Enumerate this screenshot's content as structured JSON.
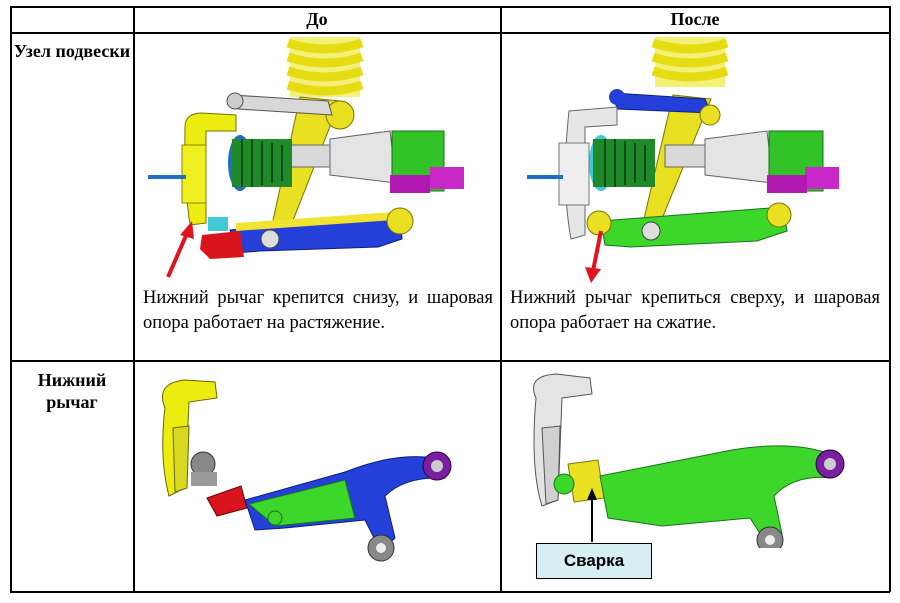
{
  "table": {
    "header_before": "До",
    "header_after": "После",
    "row1_label": "Узел подвески",
    "row2_label": "Нижний рычаг",
    "caption_before": "Нижний рычаг крепится снизу, и шаровая опора работает на растяжение.",
    "caption_after": "Нижний рычаг крепиться сверху, и шаровая опора работает на сжатие."
  },
  "callout": {
    "weld_label": "Сварка"
  },
  "colors": {
    "spring": "#f2ee2a",
    "knuckle": "#e8e020",
    "boot": "#1e8a2a",
    "shaft": "#27c41f",
    "lever_before": "#2440d8",
    "lever_after": "#3dd62b",
    "bracket_red": "#d8141c",
    "arrow_red": "#e0141c",
    "label_bg": "#d7eef2"
  }
}
